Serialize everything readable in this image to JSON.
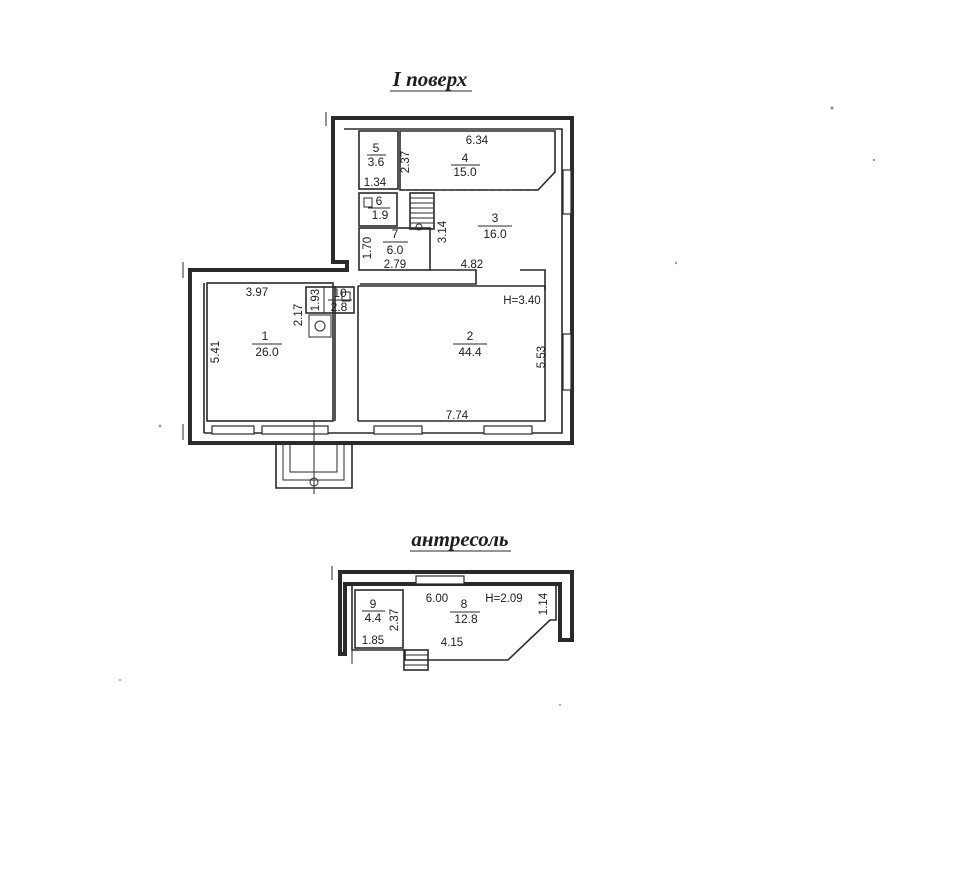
{
  "titles": {
    "floor": "I поверх",
    "mezzanine": "антресоль"
  },
  "rooms": [
    {
      "number": "1",
      "area": "26.0"
    },
    {
      "number": "2",
      "area": "44.4"
    },
    {
      "number": "3",
      "area": "16.0"
    },
    {
      "number": "4",
      "area": "15.0"
    },
    {
      "number": "5",
      "area": "3.6"
    },
    {
      "number": "6",
      "area": "1.9"
    },
    {
      "number": "7",
      "area": "6.0"
    },
    {
      "number": "8",
      "area": "12.8"
    },
    {
      "number": "9",
      "area": "4.4"
    },
    {
      "number": "10",
      "area": "2.8"
    }
  ],
  "dimensions": {
    "d_6_34": "6.34",
    "d_2_37_upper": "2.37",
    "d_1_34": "1.34",
    "d_3_14": "3.14",
    "d_1_70": "1.70",
    "d_2_79": "2.79",
    "d_4_82": "4.82",
    "d_3_97": "3.97",
    "d_2_17": "2.17",
    "d_1_93": "1.93",
    "d_5_41": "5.41",
    "d_5_53": "5.53",
    "d_7_74": "7.74",
    "d_6_00": "6.00",
    "d_1_14": "1.14",
    "d_2_37_lower": "2.37",
    "d_1_85": "1.85",
    "d_4_15": "4.15"
  },
  "heights": {
    "floor": "H=3.40",
    "mezzanine": "H=2.09"
  }
}
